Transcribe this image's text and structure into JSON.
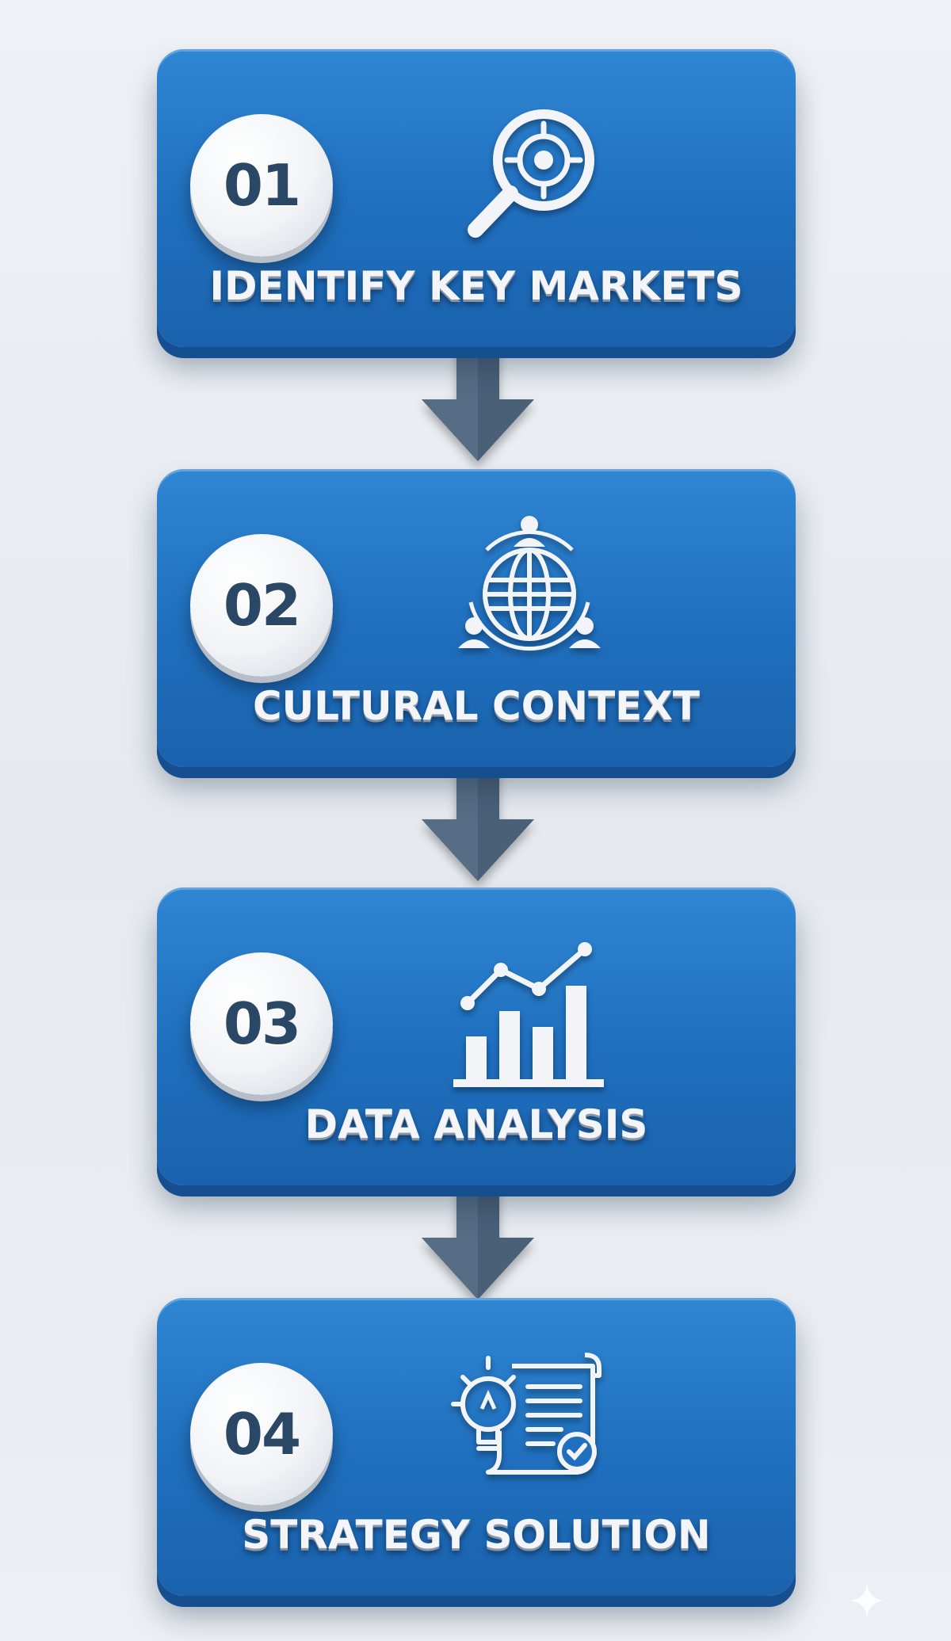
{
  "steps": [
    {
      "number": "01",
      "label": "IDENTIFY KEY MARKETS",
      "icon": "magnifier-target-icon"
    },
    {
      "number": "02",
      "label": "CULTURAL CONTEXT",
      "icon": "globe-people-icon"
    },
    {
      "number": "03",
      "label": "DATA ANALYSIS",
      "icon": "bar-chart-trend-icon"
    },
    {
      "number": "04",
      "label": "STRATEGY SOLUTION",
      "icon": "lightbulb-document-icon"
    }
  ],
  "colors": {
    "box": "#1f6fbe",
    "box_edge": "#154f90",
    "arrow": "#4a6077",
    "badge": "#f1f3f6",
    "badge_text": "#2b4766",
    "label_text": "#f3f5f8"
  }
}
